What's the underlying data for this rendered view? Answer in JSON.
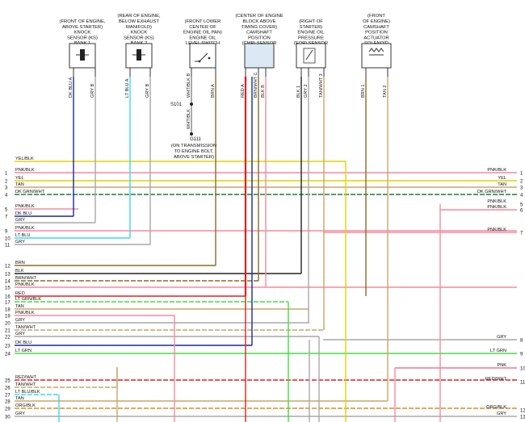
{
  "components": [
    {
      "id": "ks1",
      "lines": [
        "(FRONT OF ENGINE,",
        "ABOVE STARTER)",
        "KNOCK",
        "SENSOR (KS)",
        "BANK 1"
      ],
      "icon": "knock-sensor-icon",
      "pins": [
        {
          "wire": "DK BLU",
          "pin": "A"
        },
        {
          "wire": "GRY",
          "pin": "B"
        }
      ]
    },
    {
      "id": "ks2",
      "lines": [
        "(REAR OF ENGINE,",
        "BELOW EXHAUST",
        "MANIFOLD)",
        "KNOCK",
        "SENSOR (KS)",
        "BANK 2"
      ],
      "icon": "knock-sensor-icon",
      "pins": [
        {
          "wire": "LT BLU",
          "pin": "A"
        },
        {
          "wire": "GRY",
          "pin": "B"
        }
      ]
    },
    {
      "id": "ols",
      "lines": [
        "(FRONT LOWER",
        "CENTER OF",
        "ENGINE OIL PAN)",
        "ENGINE OIL",
        "LEVEL SWITCH"
      ],
      "icon": "switch-icon",
      "pins": [
        {
          "wire": "WHT/BLK",
          "pin": "B"
        },
        {
          "wire": "BRN",
          "pin": "A"
        }
      ]
    },
    {
      "id": "cmp",
      "lines": [
        "(CENTER OF ENGINE",
        "BLOCK ABOVE",
        "TIMING COVER)",
        "CAMSHAFT",
        "POSITION",
        "(CMP) SENSOR"
      ],
      "icon": "sensor-icon",
      "pins": [
        {
          "wire": "RED",
          "pin": "A"
        },
        {
          "wire": "BRN/WHT",
          "pin": "C"
        },
        {
          "wire": "BLK",
          "pin": "B"
        }
      ]
    },
    {
      "id": "eop",
      "lines": [
        "(RIGHT OF",
        "STARTER)",
        "ENGINE OIL",
        "PRESSURE",
        "(EOP) SENSOR"
      ],
      "icon": "pressure-sensor-icon",
      "pins": [
        {
          "wire": "BLK",
          "pin": "1"
        },
        {
          "wire": "GRY",
          "pin": "2"
        },
        {
          "wire": "TAN/WHT",
          "pin": "3"
        }
      ]
    },
    {
      "id": "sol",
      "lines": [
        "(FRONT",
        "OF ENGINE)",
        "CAMSHAFT",
        "POSITION",
        "ACTUATOR",
        "SOLENOID"
      ],
      "icon": "solenoid-icon",
      "pins": [
        {
          "wire": "BRN",
          "pin": "1"
        },
        {
          "wire": "TAN",
          "pin": "2"
        }
      ]
    }
  ],
  "splice": {
    "label": "S101",
    "wire": "WHT/BLK"
  },
  "ground": {
    "label": "G111",
    "lines": [
      "(ON TRANSMISSION",
      "TO ENGINE BOLT,",
      "ABOVE STARTER)"
    ]
  },
  "left_connector": [
    {
      "pin": "",
      "wire": "YEL/BLK"
    },
    {
      "pin": "1",
      "wire": "PNK/BLK"
    },
    {
      "pin": "2",
      "wire": "YEL"
    },
    {
      "pin": "3",
      "wire": "TAN"
    },
    {
      "pin": "4",
      "wire": "DK GRN/WHT"
    },
    {
      "pin": "5",
      "wire": "PNK/BLK"
    },
    {
      "pin": "7",
      "wire": "DK BLU"
    },
    {
      "pin": "",
      "wire": "GRY"
    },
    {
      "pin": "9",
      "wire": "PNK/BLK"
    },
    {
      "pin": "10",
      "wire": "LT BLU"
    },
    {
      "pin": "11",
      "wire": "GRY"
    },
    {
      "pin": "12",
      "wire": "BRN"
    },
    {
      "pin": "13",
      "wire": "BLK"
    },
    {
      "pin": "14",
      "wire": "BRN/WHT"
    },
    {
      "pin": "15",
      "wire": "PNK/BLK"
    },
    {
      "pin": "16",
      "wire": "RED"
    },
    {
      "pin": "17",
      "wire": "LT GRN/BLK"
    },
    {
      "pin": "18",
      "wire": "TAN"
    },
    {
      "pin": "19",
      "wire": "PNK/BLK"
    },
    {
      "pin": "20",
      "wire": "GRY"
    },
    {
      "pin": "21",
      "wire": "TAN/WHT"
    },
    {
      "pin": "22",
      "wire": "GRY"
    },
    {
      "pin": "23",
      "wire": "DK BLU"
    },
    {
      "pin": "24",
      "wire": "LT GRN"
    },
    {
      "pin": "25",
      "wire": "RED/WHT"
    },
    {
      "pin": "26",
      "wire": "TAN/WHT"
    },
    {
      "pin": "27",
      "wire": "LT BLU/BLK"
    },
    {
      "pin": "28",
      "wire": "TAN"
    },
    {
      "pin": "29",
      "wire": "ORG/BLK"
    },
    {
      "pin": "30",
      "wire": "GRY"
    }
  ],
  "right_connector": [
    {
      "pin": "1",
      "wire": "PNK/BLK"
    },
    {
      "pin": "2",
      "wire": "YEL"
    },
    {
      "pin": "3",
      "wire": "TAN"
    },
    {
      "pin": "4",
      "wire": "DK GRN/WHT"
    },
    {
      "pin": "5",
      "wire": "PNK/BLK"
    },
    {
      "pin": "6",
      "wire": "PNK/BLK"
    },
    {
      "pin": "7",
      "wire": "PNK/BLK"
    },
    {
      "pin": "8",
      "wire": "GRY"
    },
    {
      "pin": "9",
      "wire": "LT GRN"
    },
    {
      "pin": "10",
      "wire": "PNK"
    },
    {
      "pin": "11",
      "wire": "RED/WHT"
    },
    {
      "pin": "12",
      "wire": "ORG/BLK"
    },
    {
      "pin": "13",
      "wire": "GRY"
    }
  ],
  "colors": {
    "PNK": "#f58aa0",
    "YEL": "#e0d400",
    "TAN": "#c9a66b",
    "DK_GRN": "#1f7a3a",
    "DK_BLU": "#1a2a9a",
    "LT_BLU": "#3fd7ee",
    "GRY": "#a8a8a8",
    "BRN": "#8a6a2a",
    "BLK": "#222222",
    "RED": "#e02020",
    "LT_GRN": "#44dd44",
    "ORG": "#e08a2a",
    "OLIVE": "#a8a24a"
  }
}
